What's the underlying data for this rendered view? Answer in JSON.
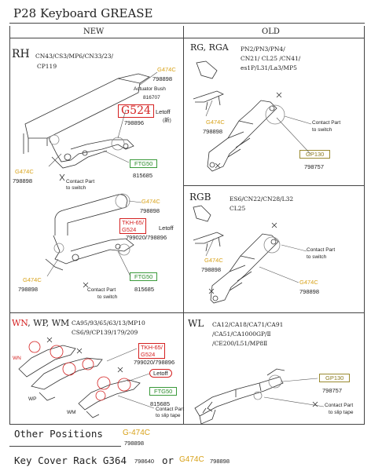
{
  "title": "P28 Keyboard GREASE",
  "columns": {
    "new": "NEW",
    "old": "OLD"
  },
  "panels": {
    "rh": {
      "heading": "RH",
      "models_line1": "CN43/CS3/MP6/CN33/23/",
      "models_line2": "CP119",
      "g474_top": "G474C",
      "g474_top_num": "798898",
      "actuator_bush": "Actuator Bush",
      "actuator_num": "816707",
      "g524": "G524",
      "g524_num": "798896",
      "letoff": "Letoff",
      "new_mark": "(新)",
      "g474_left": "G474C",
      "g474_left_num": "798898",
      "ftg50": "FTG50",
      "ftg50_num": "815685",
      "contact": "Contact Part",
      "to_switch": "to switch",
      "g474_mid": "G474C",
      "g474_mid_num": "798898",
      "tkh": "TKH-65/",
      "g524_b": "G524",
      "letoff_b": "Letoff",
      "tkh_num": "799020/798896",
      "g474_lower": "G474C",
      "g474_lower_num": "798898",
      "ftg50_b": "FTG50",
      "ftg50_b_num": "815685",
      "contact_b": "Contact Part",
      "to_switch_b": "to switch"
    },
    "rg": {
      "heading": "RG, RGA",
      "models_line1": "PN2/PN3/PN4/",
      "models_line2": "CN21/ CL25 /CN41/",
      "models_line3": "es1P/L31/La3/MP5",
      "contact": "Contact Part",
      "to_switch": "to switch",
      "g474": "G474C",
      "g474_num": "798898",
      "gp130": "GP130",
      "gp130_num": "798757"
    },
    "rgb": {
      "heading": "RGB",
      "models_line1": "ES6/CN22/CN28/L32",
      "models_line2": "CL25",
      "contact": "Contact Part",
      "to_switch": "to switch",
      "g474_a": "G474C",
      "g474_a_num": "798898",
      "g474_b": "G474C",
      "g474_b_num": "798898"
    },
    "wn": {
      "heading_wn": "WN",
      "heading_rest": ", WP, WM",
      "models_line1": "CA95/93/65/63/13/MP10",
      "models_line2": "CS6/9/CP139/179/209",
      "tkh": "TKH-65/",
      "g524": "G524",
      "tkh_num": "799020/798896",
      "letoff": "Letoff",
      "ftg50": "FTG50",
      "ftg50_num": "815685",
      "contact": "Contact Part",
      "to_slip": "to slip tape",
      "lbl_wn": "WN",
      "lbl_wp": "WP",
      "lbl_wm": "WM"
    },
    "wl": {
      "heading": "WL",
      "models_line1": "CA12/CA18/CA71/CA91",
      "models_line2": "/CA51/CA1000GP/Ⅱ",
      "models_line3": "/CE200/L51/MP8Ⅱ",
      "gp130": "GP130",
      "gp130_num": "798757",
      "contact": "Contact Part",
      "to_slip": "to slip tape"
    }
  },
  "other": {
    "label": "Other Positions",
    "code": "G-474C",
    "num": "798898"
  },
  "key_cover": {
    "label": "Key Cover Rack G364",
    "num1": "798640",
    "or": "or",
    "code": "G474C",
    "num2": "798898"
  }
}
